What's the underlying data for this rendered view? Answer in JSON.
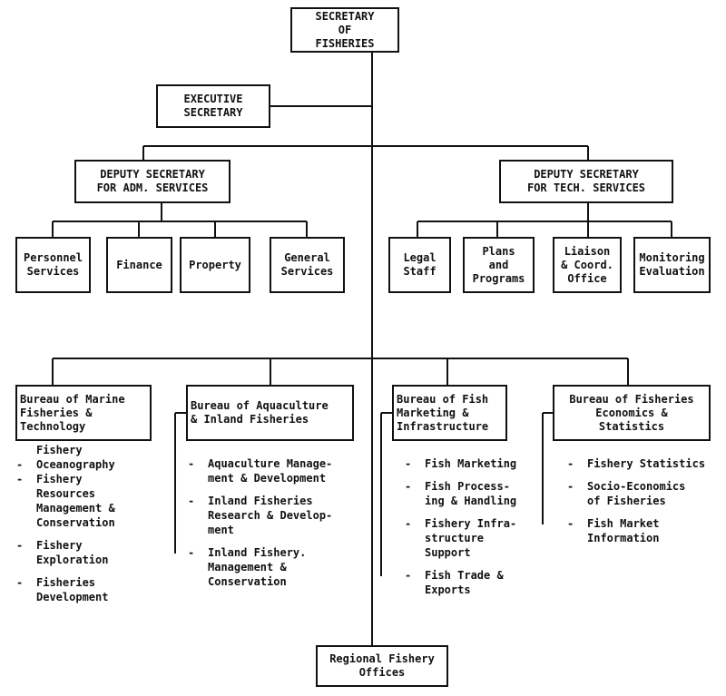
{
  "chart_title": "",
  "boxes": {
    "secretary": [
      "SECRETARY",
      "OF",
      "FISHERIES"
    ],
    "executive": [
      "EXECUTIVE",
      "SECRETARY"
    ],
    "deputy_adm": [
      "DEPUTY SECRETARY",
      "FOR ADM. SERVICES"
    ],
    "deputy_tech": [
      "DEPUTY SECRETARY",
      "FOR TECH. SERVICES"
    ],
    "personnel": [
      "Personnel",
      "Services"
    ],
    "finance": [
      "Finance"
    ],
    "property": [
      "Property"
    ],
    "general": [
      "General",
      "Services"
    ],
    "legal": [
      "Legal",
      "Staff"
    ],
    "plans": [
      "Plans",
      "and",
      "Programs"
    ],
    "liaison": [
      "Liaison",
      "& Coord.",
      "Office"
    ],
    "monitoring": [
      "Monitoring",
      "Evaluation"
    ],
    "bureau_marine": [
      "Bureau of Marine",
      "Fisheries &",
      "Technology"
    ],
    "bureau_aqua": [
      "Bureau of Aquaculture",
      "& Inland Fisheries"
    ],
    "bureau_fish": [
      "Bureau of Fish",
      "Marketing &",
      "Infrastructure"
    ],
    "bureau_econ": [
      "Bureau of Fisheries",
      "Economics &",
      "Statistics"
    ],
    "regional": [
      "Regional Fishery",
      "Offices"
    ]
  },
  "lists": {
    "marine": [
      [
        "Fishery",
        "Oceanography"
      ],
      [
        "Fishery",
        "Resources",
        "Management &",
        "Conservation"
      ],
      [
        "Fishery",
        "Exploration"
      ],
      [
        "Fisheries",
        "Development"
      ]
    ],
    "aqua": [
      [
        "Aquaculture Manage-",
        "ment & Development"
      ],
      [
        "Inland Fisheries",
        "Research & Develop-",
        "ment"
      ],
      [
        "Inland Fishery.",
        "Management &",
        "Conservation"
      ]
    ],
    "fish": [
      [
        "Fish Marketing"
      ],
      [
        "Fish Process-",
        "ing & Handling"
      ],
      [
        "Fishery Infra-",
        "structure",
        "Support"
      ],
      [
        "Fish Trade &",
        "Exports"
      ]
    ],
    "econ": [
      [
        "Fishery Statistics"
      ],
      [
        "Socio-Economics",
        "of Fisheries"
      ],
      [
        "Fish Market",
        "Information"
      ]
    ]
  }
}
